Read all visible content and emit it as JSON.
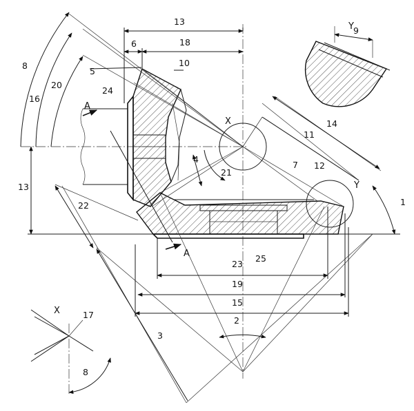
{
  "labels": {
    "n1": "1",
    "n2": "2",
    "n3": "3",
    "n4": "4",
    "n5": "5",
    "n6": "6",
    "n7": "7",
    "n8": "8",
    "n9": "9",
    "n10": "10",
    "n11": "11",
    "n12": "12",
    "n13": "13",
    "n14": "14",
    "n15": "15",
    "n16": "16",
    "n17": "17",
    "n18": "18",
    "n19": "19",
    "n20": "20",
    "n21": "21",
    "n22": "22",
    "n23": "23",
    "n24": "24",
    "n25": "25",
    "view_x": "X",
    "view_y": "Y",
    "section_a": "A"
  }
}
